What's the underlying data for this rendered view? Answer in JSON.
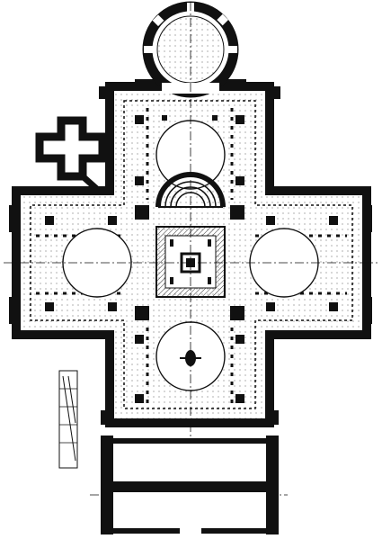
{
  "figure": {
    "type": "architectural-floor-plan",
    "plan_shape": "greek-cross-with-central-dome",
    "domes": [
      "north",
      "west",
      "center",
      "east",
      "south"
    ],
    "annexes": [
      "round-apse-north",
      "small-cross-chapel-northwest",
      "entrance-narthex-south"
    ],
    "scale_bar_marker": "",
    "colors": {
      "ink": "#111111",
      "paper": "#ffffff",
      "hatch": "#333333"
    }
  }
}
